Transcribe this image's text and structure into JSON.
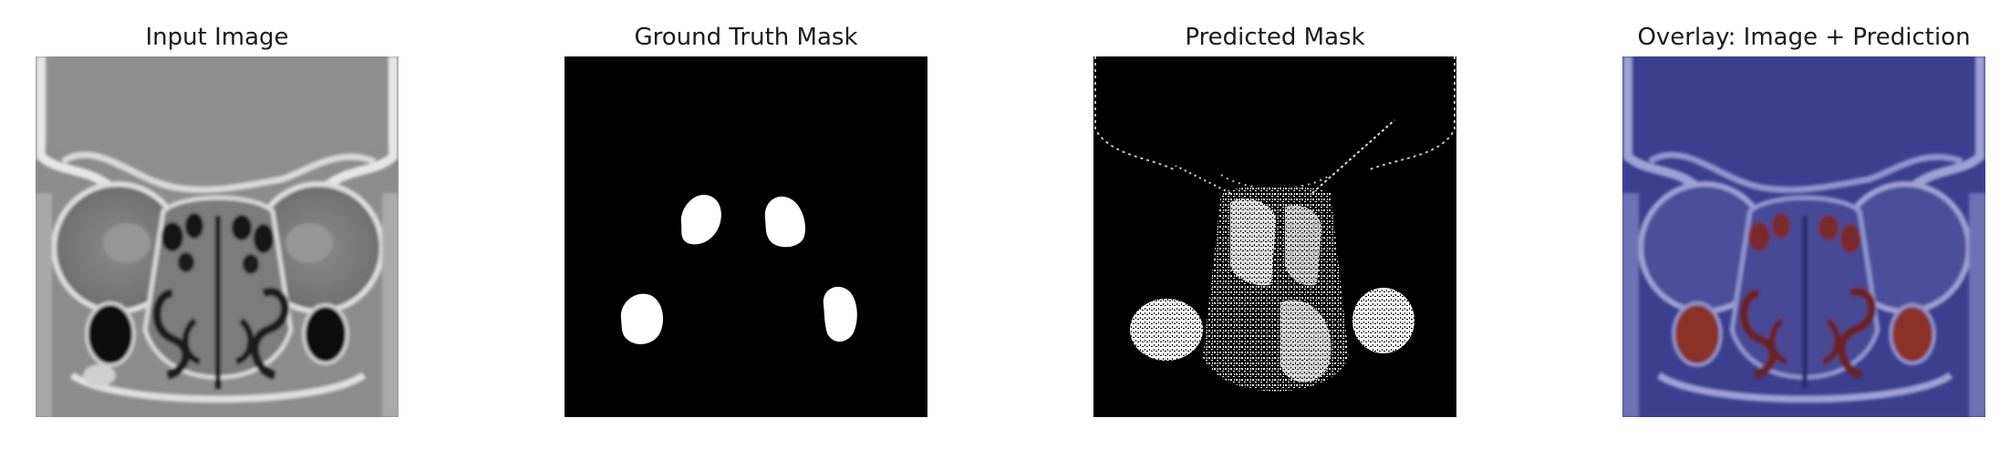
{
  "figure": {
    "panels": [
      {
        "title": "Input Image"
      },
      {
        "title": "Ground Truth Mask"
      },
      {
        "title": "Predicted Mask"
      },
      {
        "title": "Overlay: Image + Prediction"
      }
    ]
  }
}
